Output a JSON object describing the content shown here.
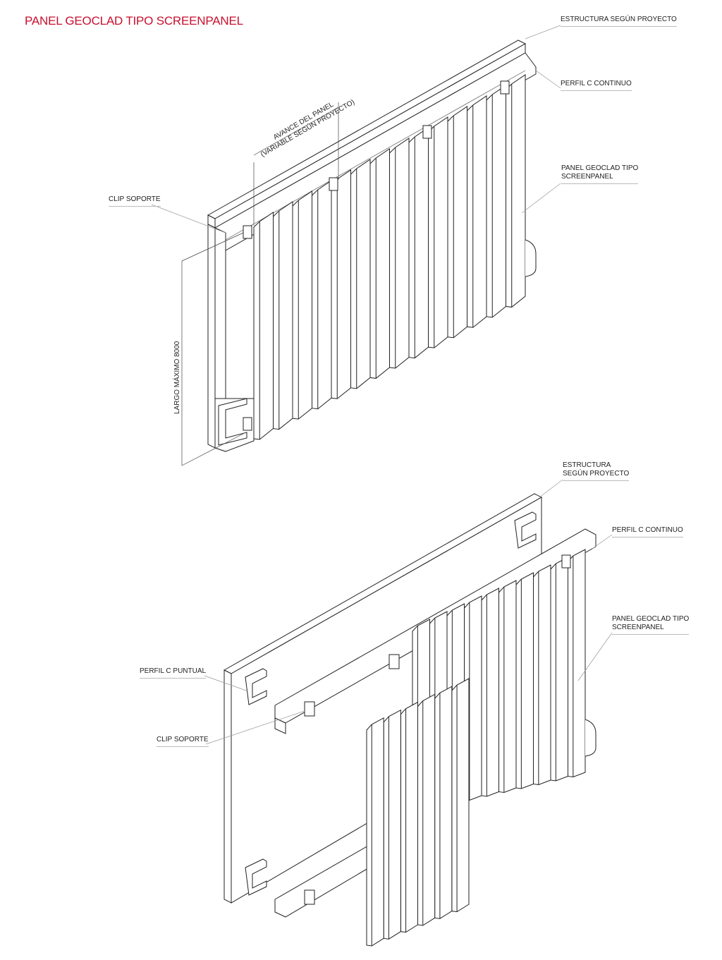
{
  "title": "PANEL GEOCLAD TIPO SCREENPANEL",
  "top_view": {
    "labels": {
      "estructura": "ESTRUCTURA SEGÚN PROYECTO",
      "perfil_continuo": "PERFIL C CONTINUO",
      "panel_line1": "PANEL GEOCLAD TIPO",
      "panel_line2": "SCREENPANEL",
      "clip": "CLIP SOPORTE",
      "avance_line1": "AVANCE DEL PANEL",
      "avance_line2": "(VARIABLE SEGÚN PROYECTO)",
      "largo": "LARGO MÁXIMO 8000"
    }
  },
  "bottom_view": {
    "labels": {
      "estructura_line1": "ESTRUCTURA",
      "estructura_line2": "SEGÚN PROYECTO",
      "perfil_continuo": "PERFIL C CONTINUO",
      "panel_line1": "PANEL GEOCLAD TIPO",
      "panel_line2": "SCREENPANEL",
      "perfil_puntual": "PERFIL C PUNTUAL",
      "clip": "CLIP SOPORTE"
    }
  },
  "colors": {
    "title": "#c8102e",
    "line": "#222222"
  }
}
